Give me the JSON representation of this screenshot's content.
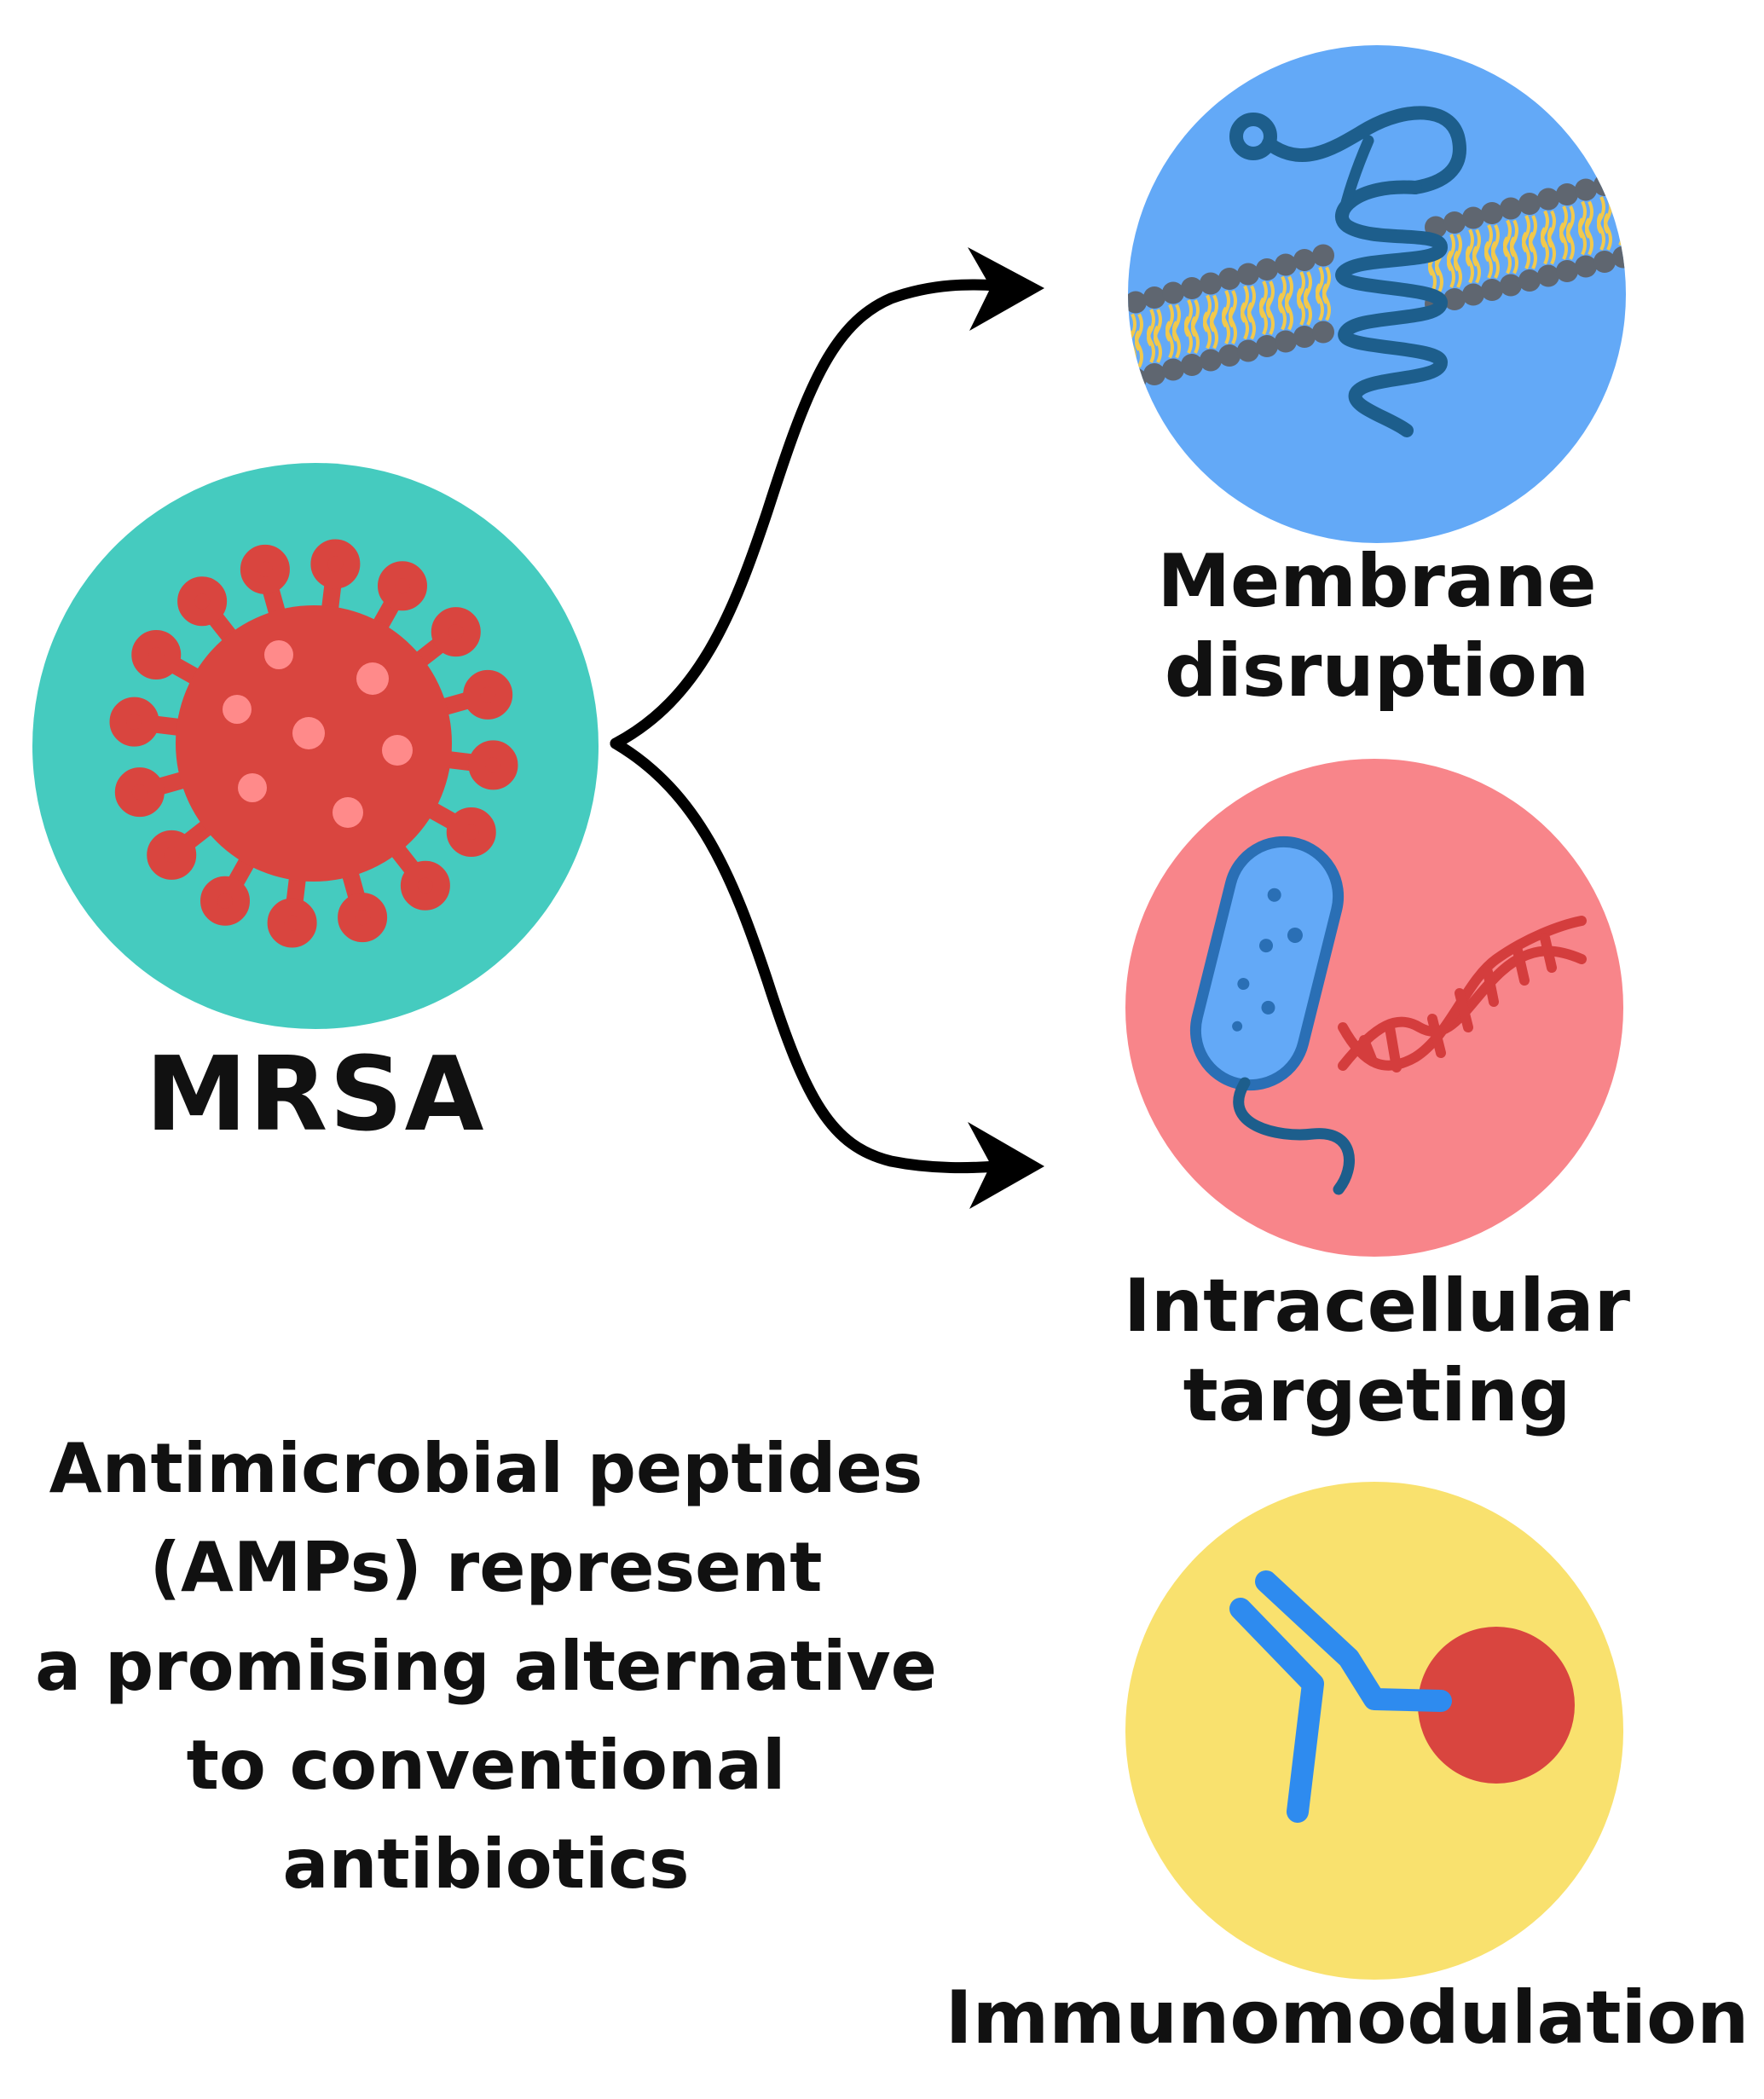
{
  "pathogen": {
    "label": "MRSA",
    "icon": "virus-icon",
    "circle_color": "#45CBBF",
    "virus_color": "#D9453F",
    "spot_color": "#FF8A8A"
  },
  "mechanisms": [
    {
      "label_lines": [
        "Membrane",
        "disruption"
      ],
      "icon": "membrane-peptide-icon",
      "circle_color": "#63A9F7"
    },
    {
      "label_lines": [
        "Intracellular",
        "targeting"
      ],
      "icon": "bacterium-dna-icon",
      "circle_color": "#F8858A"
    },
    {
      "label_lines": [
        "Immunomodulation"
      ],
      "icon": "antibody-icon",
      "circle_color": "#F9E16E"
    }
  ],
  "summary": {
    "lines": [
      "Antimicrobial peptides",
      "(AMPs) represent",
      "a promising alternative",
      "to conventional",
      "antibiotics"
    ]
  }
}
